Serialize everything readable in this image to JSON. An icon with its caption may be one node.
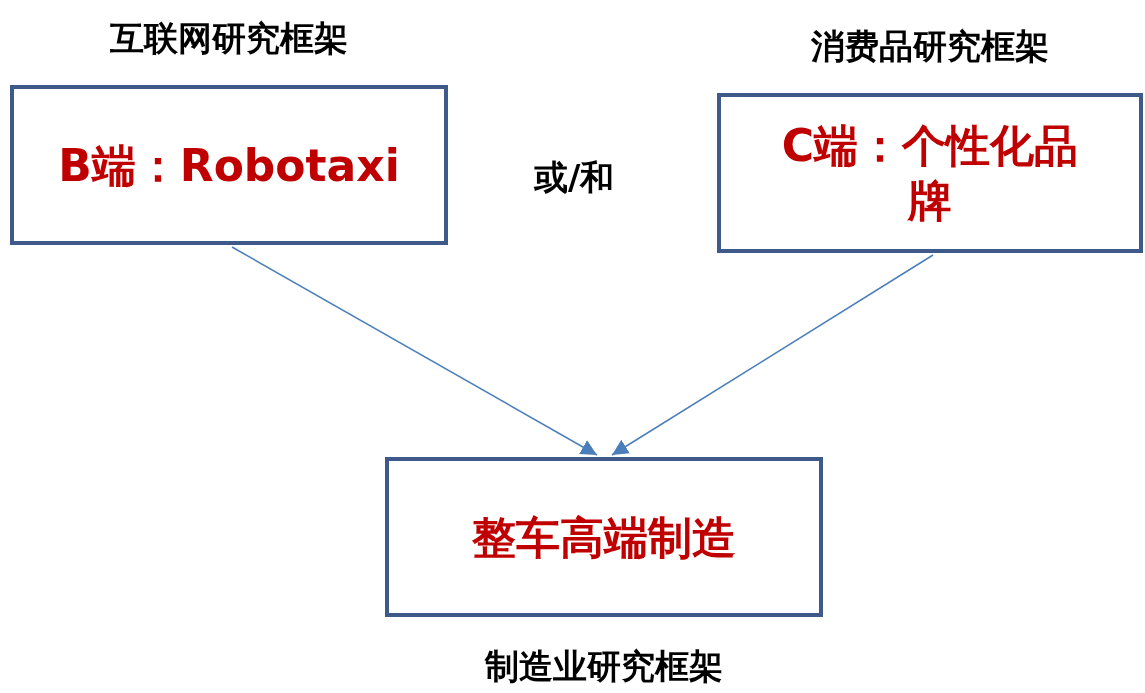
{
  "diagram": {
    "nodes": [
      {
        "text": [
          "互联网研究框架",
          "B端：Robotaxi"
        ]
      },
      {
        "text": [
          "消费品研究框架",
          "C端：个性化品牌"
        ]
      },
      {
        "text": [
          "整车高端制造",
          "制造业研究框架"
        ]
      }
    ],
    "edges": [
      {
        "from": 0,
        "to": 2,
        "arrow": "to"
      },
      {
        "from": 1,
        "to": 2,
        "arrow": "to"
      }
    ],
    "labels": [
      "或/和"
    ]
  }
}
